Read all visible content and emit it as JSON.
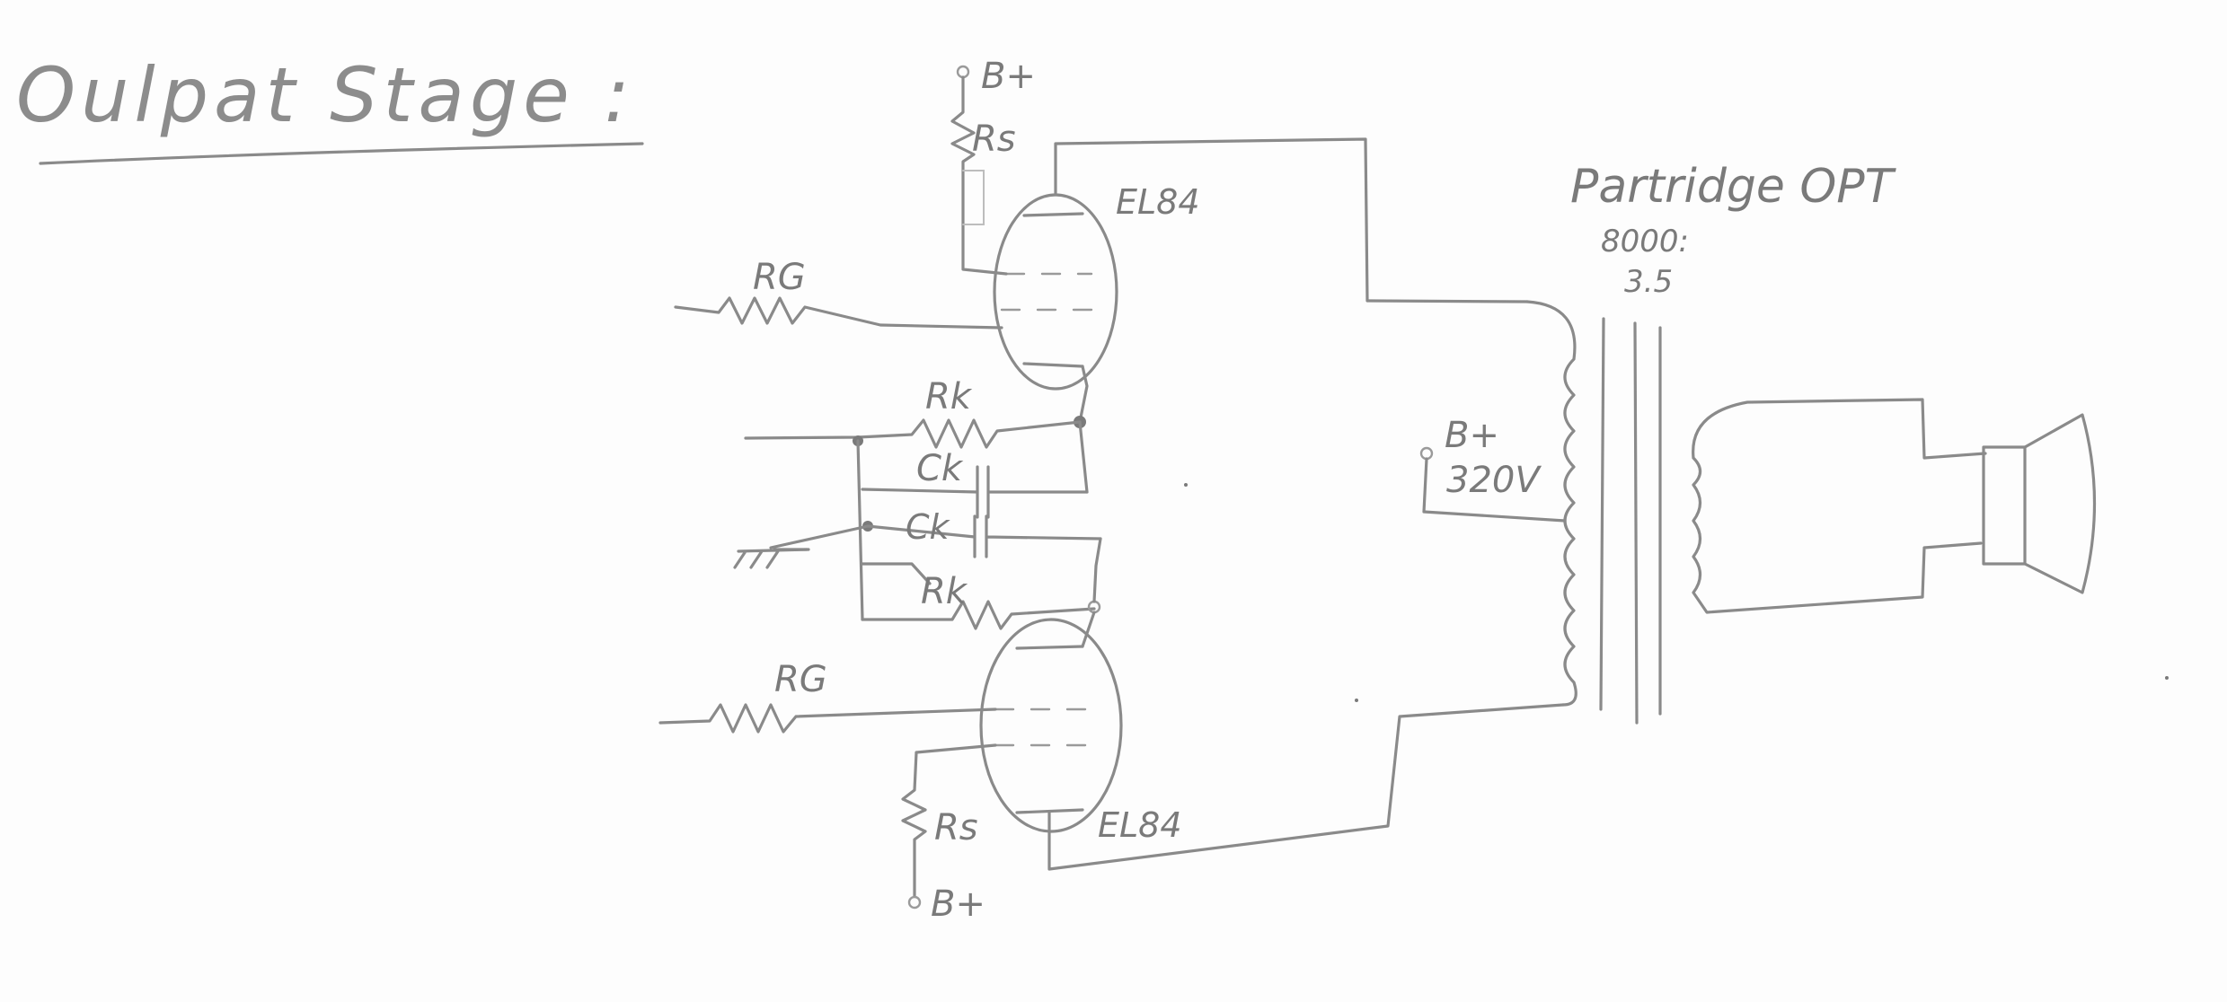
{
  "title": "Oulpat Stage :",
  "labels": {
    "top_supply": "B+",
    "top_screen_resistor": "Rs",
    "top_tube": "EL84",
    "top_grid_resistor": "RG",
    "top_cathode_resistor": "Rk",
    "top_cathode_cap": "Ck",
    "bottom_cathode_cap": "Ck",
    "bottom_cathode_resistor": "Rk",
    "bottom_grid_resistor": "RG",
    "bottom_screen_resistor": "Rs",
    "bottom_tube": "EL84",
    "bottom_supply": "B+",
    "ct_supply": "B+",
    "ct_voltage": "320V",
    "transformer_name": "Partridge OPT",
    "transformer_ratio_primary": "8000:",
    "transformer_ratio_secondary": "3.5"
  }
}
